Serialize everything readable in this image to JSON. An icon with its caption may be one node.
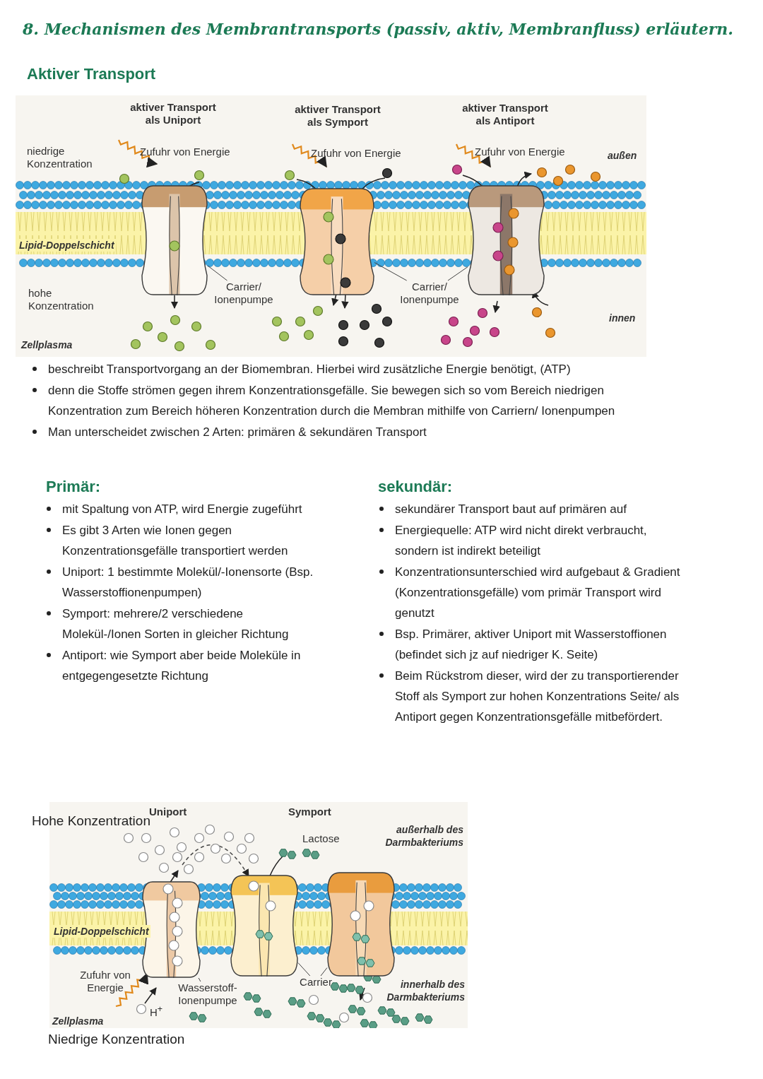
{
  "diagram": {
    "title": "8. Mechanismen des Membrantransports (passiv, aktiv, Membranfluss) erläutern.",
    "nodes": [
      {
        "text": [
          "Carrier/ Ionenpumpe"
        ]
      },
      {
        "text": [],
        "shape": "picture"
      },
      {
        "text": [
          "Carrier/ Ionenpumpe"
        ]
      },
      {
        "text": [],
        "shape": "picture"
      },
      {
        "text": [],
        "shape": "picture"
      },
      {
        "text": [
          "Wasserstoff- Ionenpumpe"
        ]
      },
      {
        "text": [],
        "shape": "picture"
      },
      {
        "text": [
          "Carrier"
        ]
      },
      {
        "text": [],
        "shape": "picture"
      },
      {
        "text": [],
        "shape": "picture"
      }
    ],
    "edges": [
      {
        "from": 0,
        "to": 1,
        "arrow": "none"
      },
      {
        "from": 2,
        "to": 3,
        "arrow": "none"
      },
      {
        "from": 2,
        "to": 4,
        "arrow": "none"
      },
      {
        "from": 5,
        "to": 6,
        "arrow": "none"
      },
      {
        "from": 7,
        "to": 8,
        "arrow": "none"
      },
      {
        "from": 7,
        "to": 9,
        "arrow": "none"
      }
    ],
    "labels": [
      "Aktiver Transport",
      "aktiver Transport als Uniport",
      "aktiver Transport als Symport",
      "aktiver Transport als Antiport",
      "niedrige Konzentration",
      "Zufuhr von Energie",
      "Zufuhr von Energie",
      "Zufuhr von Energie",
      "außen",
      "Lipid-Doppelschicht",
      "hohe Konzentration",
      "innen",
      "Zellplasma",
      "beschreibt Transportvorgang an der Biomembran. Hierbei wird zusätzliche Energie benötigt, (ATP)",
      "denn die Stoffe strömen gegen ihrem Konzentrationsgefälle. Sie bewegen sich so vom Bereich niedrigen Konzentration zum Bereich höheren Konzentration durch die Membran mithilfe von Carriern/ Ionenpumpen",
      "Man unterscheidet zwischen 2 Arten: primären & sekundären Transport",
      "Primär:",
      "mit Spaltung von ATP, wird Energie zugeführt",
      "Es gibt 3 Arten wie Ionen gegen Konzentrationsgefälle transportiert werden",
      "Uniport: 1 bestimmte Molekül/-Ionensorte (Bsp. Wasserstoffionenpumpen)",
      "Symport: mehrere/2 verschiedene Molekül-/Ionen Sorten in gleicher Richtung",
      "Antiport: wie Symport aber beide Moleküle in entgegengesetzte Richtung",
      "sekundär:",
      "sekundärer Transport baut auf primären auf",
      "Energiequelle: ATP wird nicht direkt verbraucht, sondern ist indirekt beteiligt",
      "Konzentrationsunterschied wird aufgebaut & Gradient (Konzentrationsgefälle) vom primär Transport wird genutzt",
      "Bsp. Primärer, aktiver Uniport mit Wasserstoffionen (befindet sich jz auf niedriger K. Seite)",
      "Beim Rückstrom dieser, wird der zu transportierender Stoff als Symport zur hohen Konzentrations Seite/ als Antiport gegen Konzentrationsgefälle mitbefördert.",
      "Hohe Konzentration",
      "Uniport",
      "Symport",
      "Lactose",
      "außerhalb des Darmbakteriums",
      "Lipid-Doppelschicht",
      "Zufuhr von Energie",
      "H$^{+}$",
      "innerhalb des Darmbakteriums",
      "Zellplasma",
      "Niedrige Konzentration"
    ]
  }
}
